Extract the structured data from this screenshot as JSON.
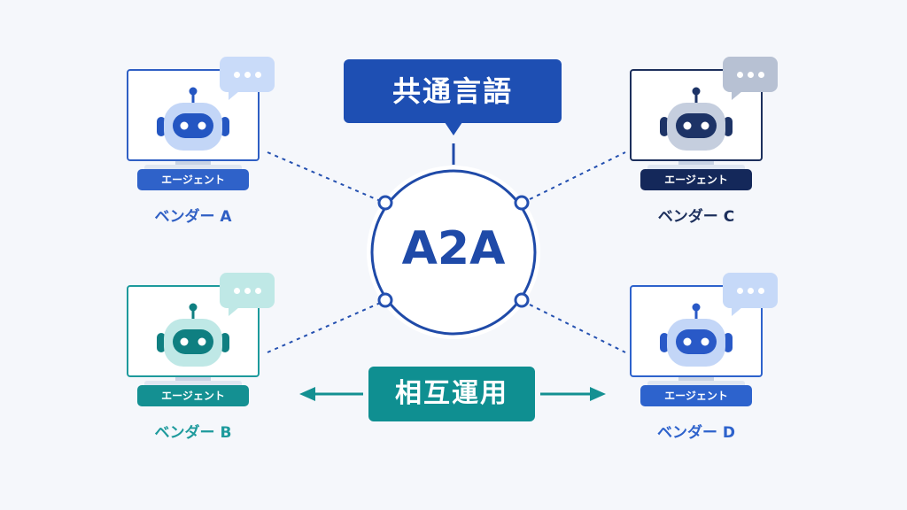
{
  "diagram": {
    "callout_label": "共通言語",
    "hub_label": "A2A",
    "interop_label": "相互運用",
    "agents": [
      {
        "id": "A",
        "tag_label": "エージェント",
        "vendor_label": "ベンダー A",
        "frame_color": "#2f5fc4",
        "bubble_color": "#c9dbf9",
        "tag_color": "#2f62c9",
        "vendor_color": "#2f5fc4",
        "robot_light": "#c3d6f7",
        "robot_visor": "#2456c2"
      },
      {
        "id": "B",
        "tag_label": "エージェント",
        "vendor_label": "ベンダー B",
        "frame_color": "#1d9a9c",
        "bubble_color": "#bfe8e6",
        "tag_color": "#149092",
        "vendor_color": "#1d9a9c",
        "robot_light": "#bfe8e6",
        "robot_visor": "#0f7f81"
      },
      {
        "id": "C",
        "tag_label": "エージェント",
        "vendor_label": "ベンダー C",
        "frame_color": "#1c2f5c",
        "bubble_color": "#b7c1d3",
        "tag_color": "#14285a",
        "vendor_color": "#1c2f5c",
        "robot_light": "#c5cede",
        "robot_visor": "#1d3366"
      },
      {
        "id": "D",
        "tag_label": "エージェント",
        "vendor_label": "ベンダー D",
        "frame_color": "#2d62cc",
        "bubble_color": "#c6d9f8",
        "tag_color": "#2d63cd",
        "vendor_color": "#2d62cc",
        "robot_light": "#c3d6f7",
        "robot_visor": "#2959c7"
      }
    ],
    "colors": {
      "hub_ring": "#1f4aa8",
      "connector_blue": "#2450b0",
      "connector_teal": "#149092"
    }
  }
}
